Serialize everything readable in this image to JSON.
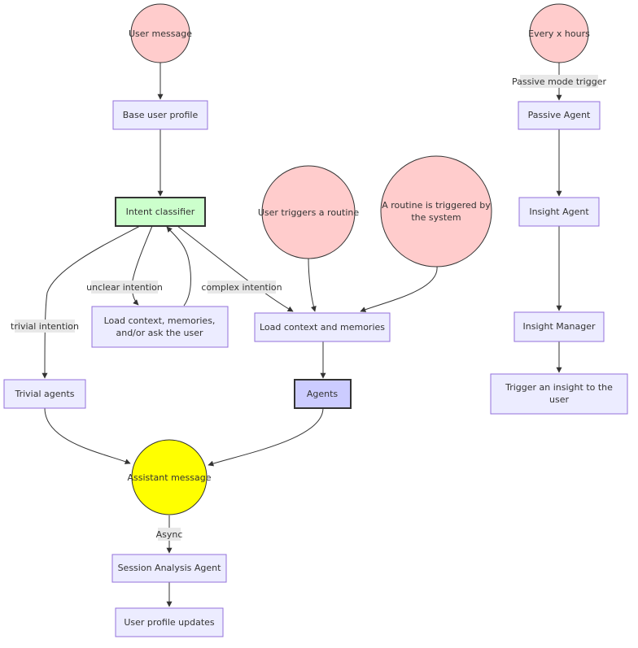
{
  "nodes": {
    "user_message": "User message",
    "base_user_profile": "Base user profile",
    "intent_classifier": "Intent classifier",
    "load_context_ask": [
      "Load context, memories,",
      "and/or ask the user"
    ],
    "trivial_agents": "Trivial agents",
    "user_triggers_routine": "User triggers a routine",
    "routine_triggered_system": [
      "A routine is triggered by",
      "the system"
    ],
    "load_context_memories": "Load context and memories",
    "agents": "Agents",
    "assistant_message": "Assistant message",
    "session_analysis_agent": "Session Analysis Agent",
    "user_profile_updates": "User profile updates",
    "every_x_hours": "Every x hours",
    "passive_agent": "Passive Agent",
    "insight_agent": "Insight Agent",
    "insight_manager": "Insight Manager",
    "trigger_insight": [
      "Trigger an insight to the",
      "user"
    ]
  },
  "edge_labels": {
    "unclear_intention": "unclear intention",
    "complex_intention": "complex intention",
    "trivial_intention": "trivial intention",
    "async": "Async",
    "passive_mode_trigger": "Passive mode trigger"
  },
  "colors": {
    "node_fill": "#ececff",
    "node_stroke": "#9370db",
    "event_fill": "#ffcccc",
    "intent_fill": "#ccffcc",
    "agents_fill": "#ccccff",
    "assistant_fill": "#ffff00",
    "edge_label_bg": "#e8e8e8",
    "line": "#333333"
  }
}
